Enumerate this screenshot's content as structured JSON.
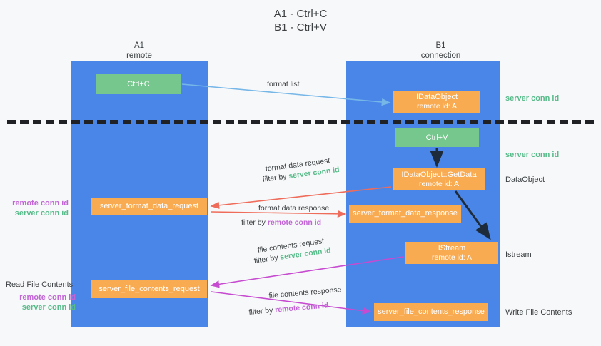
{
  "title": {
    "line1": "A1 - Ctrl+C",
    "line2": "B1 - Ctrl+V"
  },
  "lanes": [
    {
      "id": "A1",
      "name": "A1",
      "subtitle": "remote"
    },
    {
      "id": "B1",
      "name": "B1",
      "subtitle": "connection"
    }
  ],
  "nodes": {
    "ctrl_c": {
      "label": "Ctrl+C",
      "color": "#76c78d"
    },
    "idataobject": {
      "line1": "IDataObject",
      "line2": "remote id: A",
      "color": "#f9ab52"
    },
    "ctrl_v": {
      "label": "Ctrl+V",
      "color": "#76c78d"
    },
    "getdata": {
      "line1": "IDataObject::GetData",
      "line2": "remote id: A",
      "color": "#f9ab52"
    },
    "istream": {
      "line1": "IStream",
      "line2": "remote id: A",
      "color": "#f9ab52"
    },
    "server_format_data_request": {
      "label": "server_format_data_request",
      "color": "#f9ab52"
    },
    "server_format_data_response": {
      "label": "server_format_data_response",
      "color": "#f9ab52"
    },
    "server_file_contents_request": {
      "label": "server_file_contents_request",
      "color": "#f9ab52"
    },
    "server_file_contents_response": {
      "label": "server_file_contents_response",
      "color": "#f9ab52"
    }
  },
  "edges": {
    "format_list": {
      "label": "format list",
      "color": "#76b7e8"
    },
    "format_data_request": {
      "label": "format data request",
      "filter_prefix": "filter by ",
      "filter_value": "server conn id",
      "color": "#ef6c5a"
    },
    "format_data_response": {
      "label": "format data response",
      "filter_prefix": "filter by ",
      "filter_value": "remote conn id",
      "color": "#ef6c5a"
    },
    "file_contents_request": {
      "label": "file contents request",
      "filter_prefix": "filter by ",
      "filter_value": "server conn id",
      "color": "#c64bd0"
    },
    "file_contents_response": {
      "label": "file contents response",
      "filter_prefix": "filter by ",
      "filter_value": "remote conn id",
      "color": "#c64bd0"
    }
  },
  "annotations": {
    "server_conn_id_top": "server conn id",
    "server_conn_id_mid": "server conn id",
    "dataobject": "DataObject",
    "istream": "Istream",
    "write_file_contents": "Write File Contents",
    "read_file_contents": "Read File Contents",
    "remote_conn_id_a": "remote conn id",
    "server_conn_id_a": "server conn id",
    "remote_conn_id_b": "remote conn id",
    "server_conn_id_b": "server conn id"
  },
  "colors": {
    "lane": "#4a86e8",
    "green_text": "#57bb8a",
    "magenta_text": "#c264d6",
    "separator": "#202124",
    "background": "#f7f8f9"
  }
}
